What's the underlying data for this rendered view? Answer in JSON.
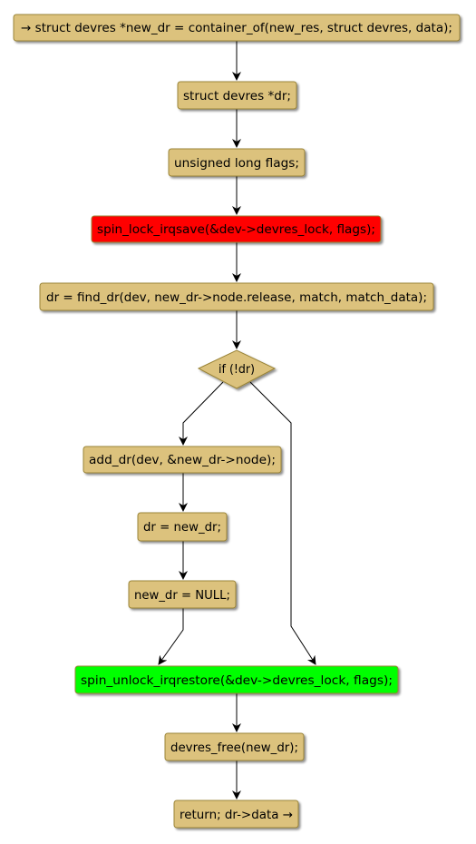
{
  "colors": {
    "node_fill": "#dcc27d",
    "node_stroke": "#9a8437",
    "lock_fill": "#ff0000",
    "unlock_fill": "#00ff00",
    "edge": "#000000",
    "text": "#000000"
  },
  "nodes": {
    "entry": "→ struct devres *new_dr = container_of(new_res, struct devres, data);",
    "decl_dr": "struct devres *dr;",
    "decl_flags": "unsigned long flags;",
    "spin_lock": "spin_lock_irqsave(&dev->devres_lock, flags);",
    "find_dr": "dr = find_dr(dev, new_dr->node.release, match, match_data);",
    "condition": "if (!dr)",
    "add_dr": "add_dr(dev, &new_dr->node);",
    "assign_dr": "dr = new_dr;",
    "null_new_dr": "new_dr = NULL;",
    "spin_unlock": "spin_unlock_irqrestore(&dev->devres_lock, flags);",
    "devres_free": "devres_free(new_dr);",
    "return": "return; dr->data →"
  }
}
